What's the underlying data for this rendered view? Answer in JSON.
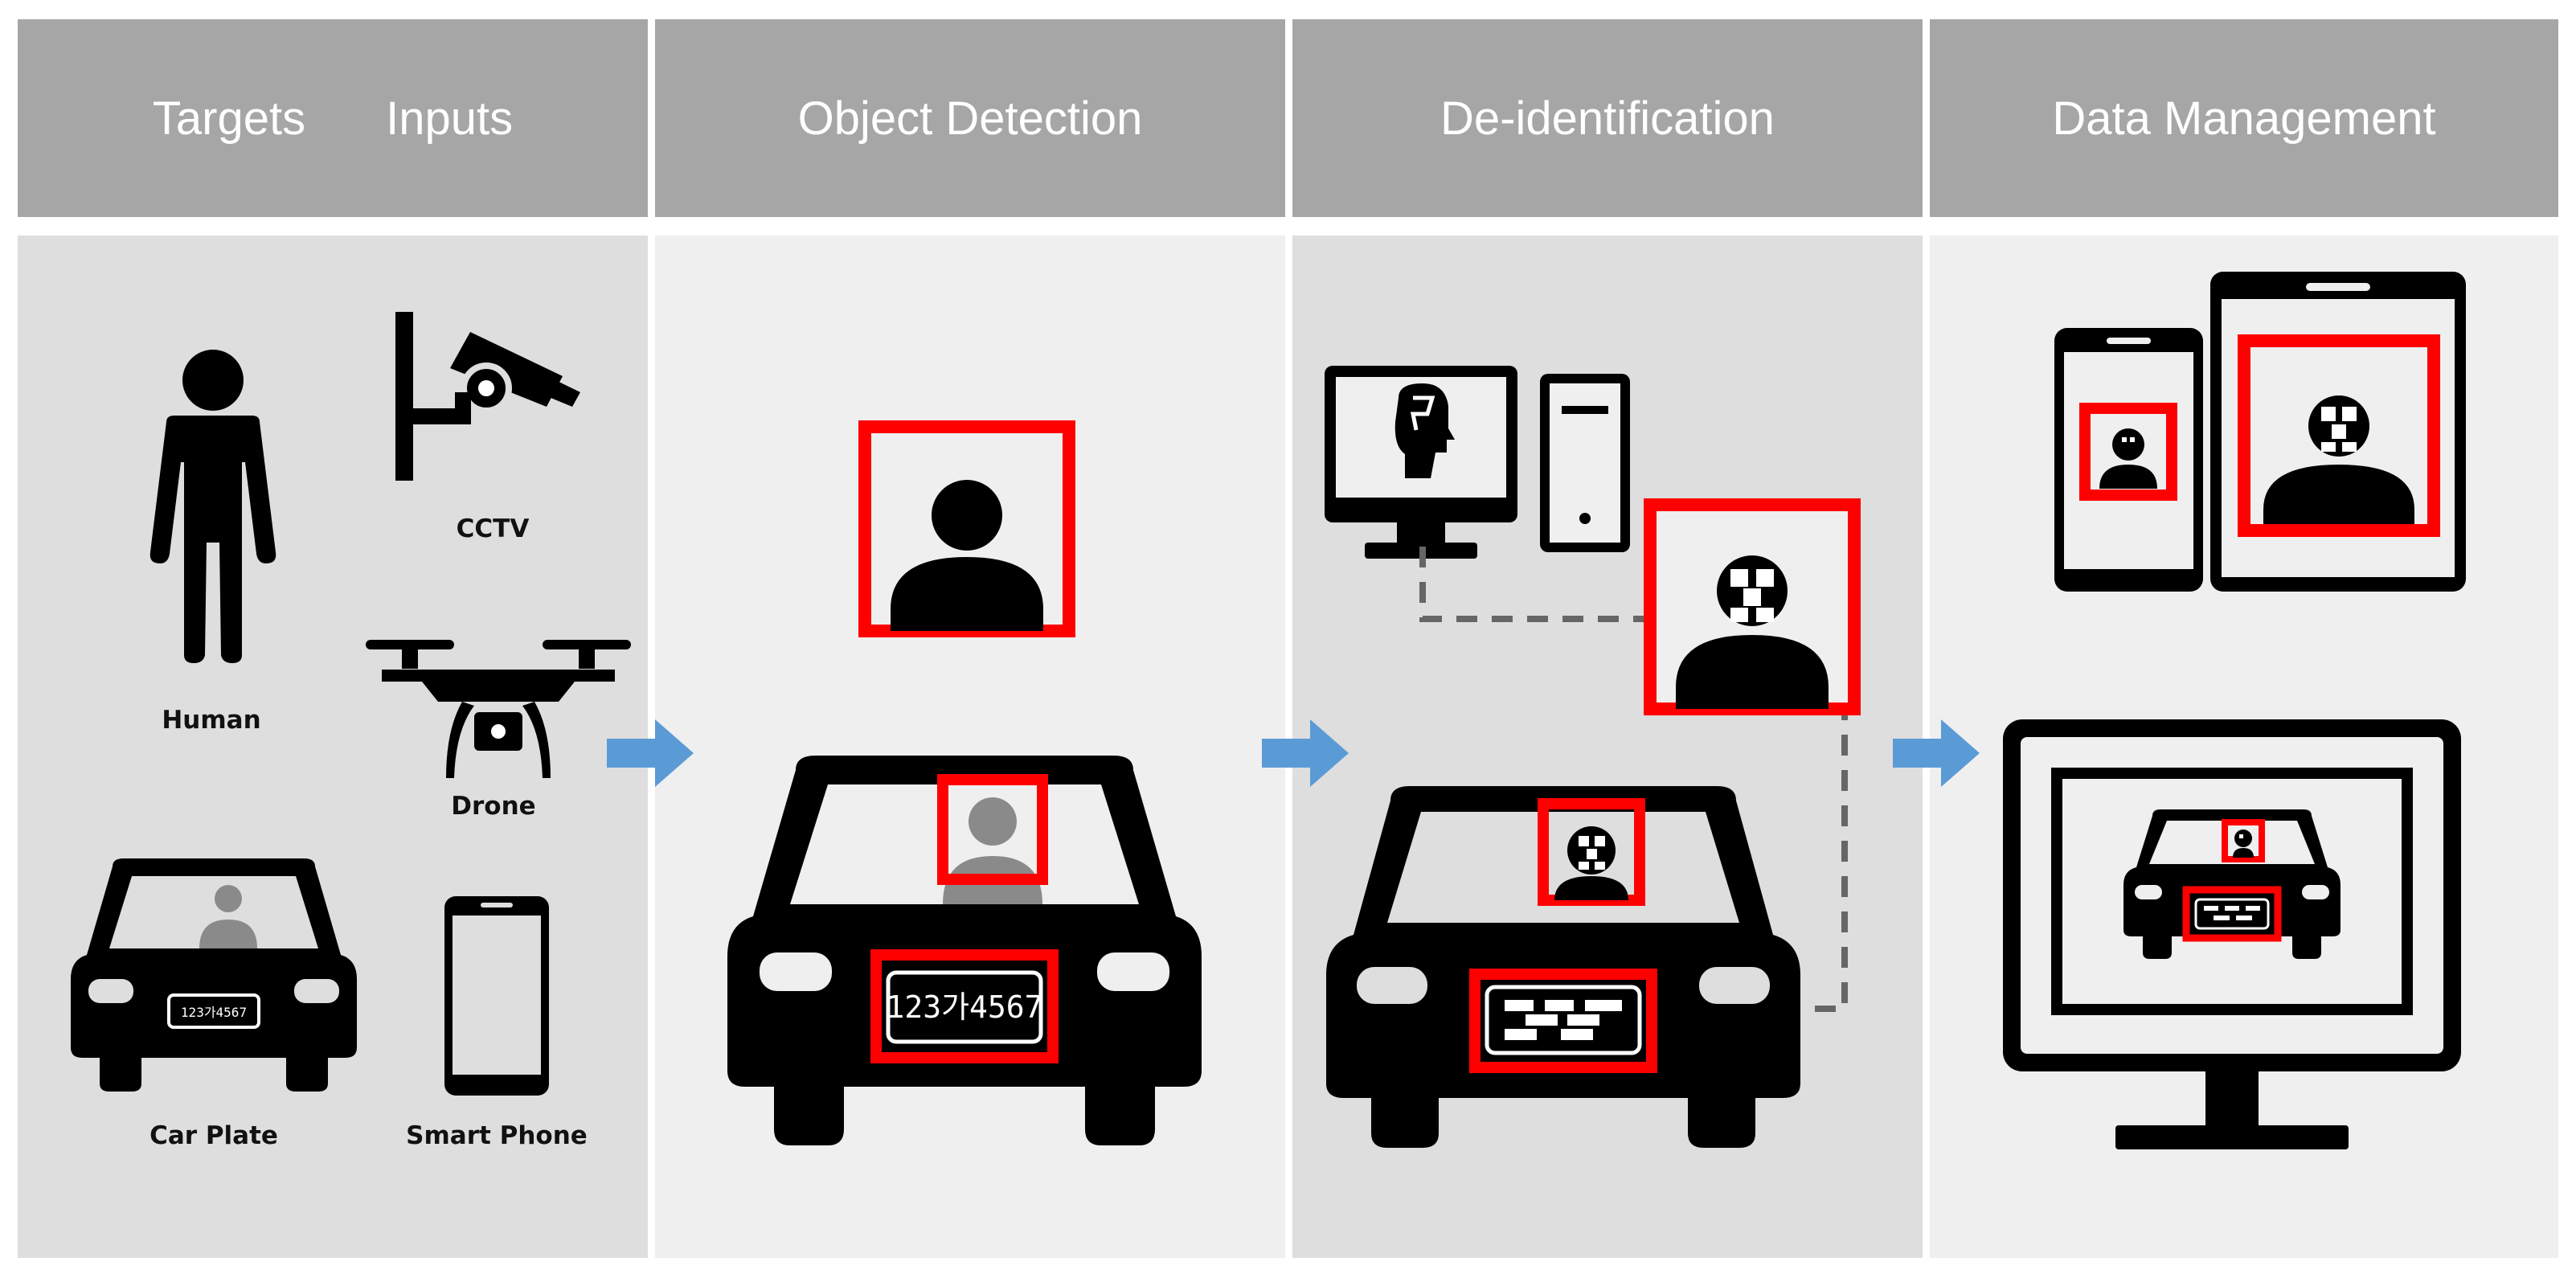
{
  "headers": {
    "targets": "Targets",
    "inputs": "Inputs",
    "object_detection": "Object Detection",
    "de_identification": "De-identification",
    "data_management": "Data Management"
  },
  "labels": {
    "human": "Human",
    "cctv": "CCTV",
    "drone": "Drone",
    "car_plate": "Car Plate",
    "smart_phone": "Smart Phone"
  },
  "plates": {
    "small": "123가4567",
    "detection": "123가4567"
  },
  "colors": {
    "header_bg": "#a6a6a6",
    "panel_dark": "#dedede",
    "panel_light": "#efefef",
    "detection_box": "#ff0000",
    "arrow": "#5b9bd5"
  }
}
